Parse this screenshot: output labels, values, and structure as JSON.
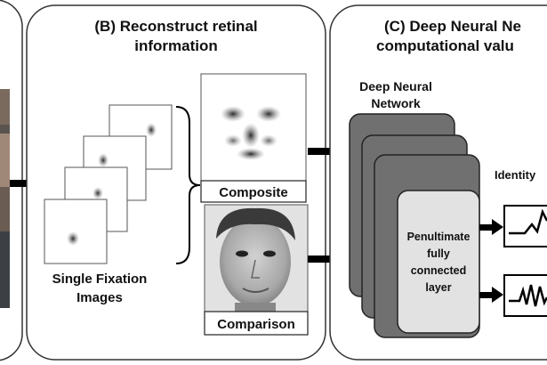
{
  "panel_b": {
    "title_line1": "(B) Reconstruct retinal",
    "title_line2": "information",
    "fixation_label_line1": "Single Fixation",
    "fixation_label_line2": "Images",
    "composite_label": "Composite",
    "comparison_label": "Comparison"
  },
  "panel_c": {
    "title_line1": "(C) Deep Neural Ne",
    "title_line2": "computational valu",
    "network_label_line1": "Deep Neural",
    "network_label_line2": "Network",
    "layer_line1": "Penultimate",
    "layer_line2": "fully",
    "layer_line3": "connected",
    "layer_line4": "layer",
    "identity_label": "Identity"
  }
}
